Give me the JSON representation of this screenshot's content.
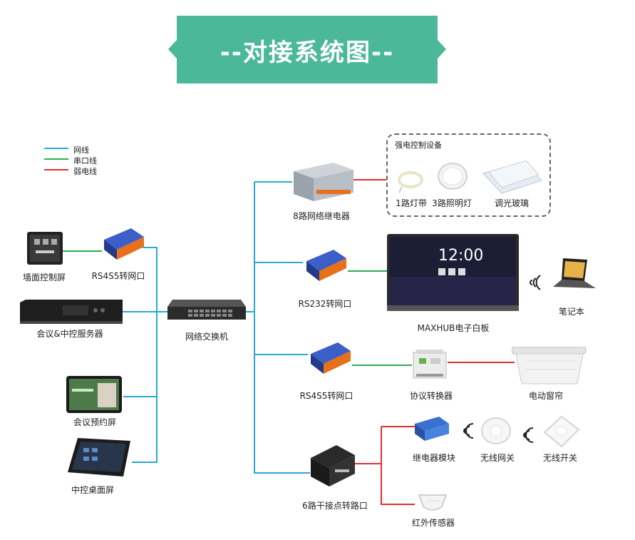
{
  "title": "--对接系统图--",
  "legend": [
    {
      "label": "网线",
      "color": "#2aa8d8"
    },
    {
      "label": "串口线",
      "color": "#2eaa55"
    },
    {
      "label": "弱电线",
      "color": "#e03030"
    }
  ],
  "devices": {
    "wall_panel": "墙面控制屏",
    "rs485_left": "RS4S5转网口",
    "server": "会议&中控服务器",
    "booking_screen": "会议预约屏",
    "desk_screen": "中控桌面屏",
    "switch": "网络交换机",
    "relay8": "8路网络继电器",
    "rs232": "RS232转网口",
    "maxhub": "MAXHUB电子白板",
    "rs485_right": "RS4S5转网口",
    "protocol_converter": "协议转换器",
    "curtain": "电动窗帘",
    "dry_contact": "6路干接点转路口",
    "relay_module": "继电器模块",
    "wireless_gateway": "无线网关",
    "wireless_switch": "无线开关",
    "ir_sensor": "红外传感器",
    "laptop": "笔记本"
  },
  "strong_group": {
    "title": "强电控制设备",
    "items": [
      "1路灯带",
      "3路照明灯",
      "调光玻璃"
    ]
  },
  "screen_time": "12:00",
  "colors": {
    "banner": "#4bb89a",
    "net": "#2aa8d8",
    "serial": "#2eaa55",
    "weak": "#e03030"
  }
}
